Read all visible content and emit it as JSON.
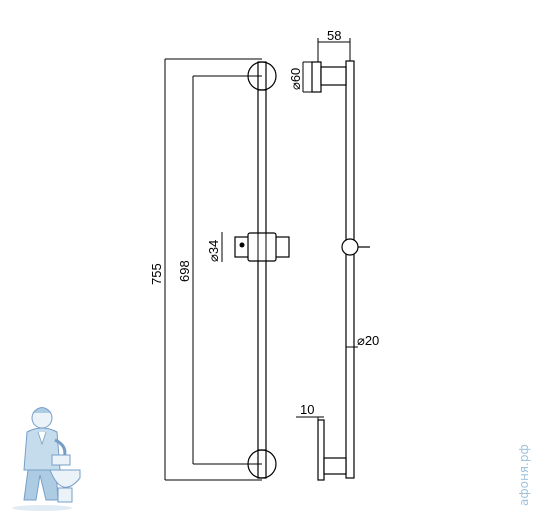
{
  "dimensions": {
    "total_height": "755",
    "bracket_spacing": "698",
    "slider_diameter": "⌀34",
    "wall_offset": "58",
    "flange_diameter": "⌀60",
    "rail_diameter": "⌀20",
    "flange_thickness": "10"
  },
  "watermark": {
    "site": "афоня.рф"
  },
  "colors": {
    "line": "#000000",
    "watermark": "#9fc3dd",
    "mascot_shirt": "#bcd6ea",
    "mascot_outline": "#5f8fbf"
  }
}
